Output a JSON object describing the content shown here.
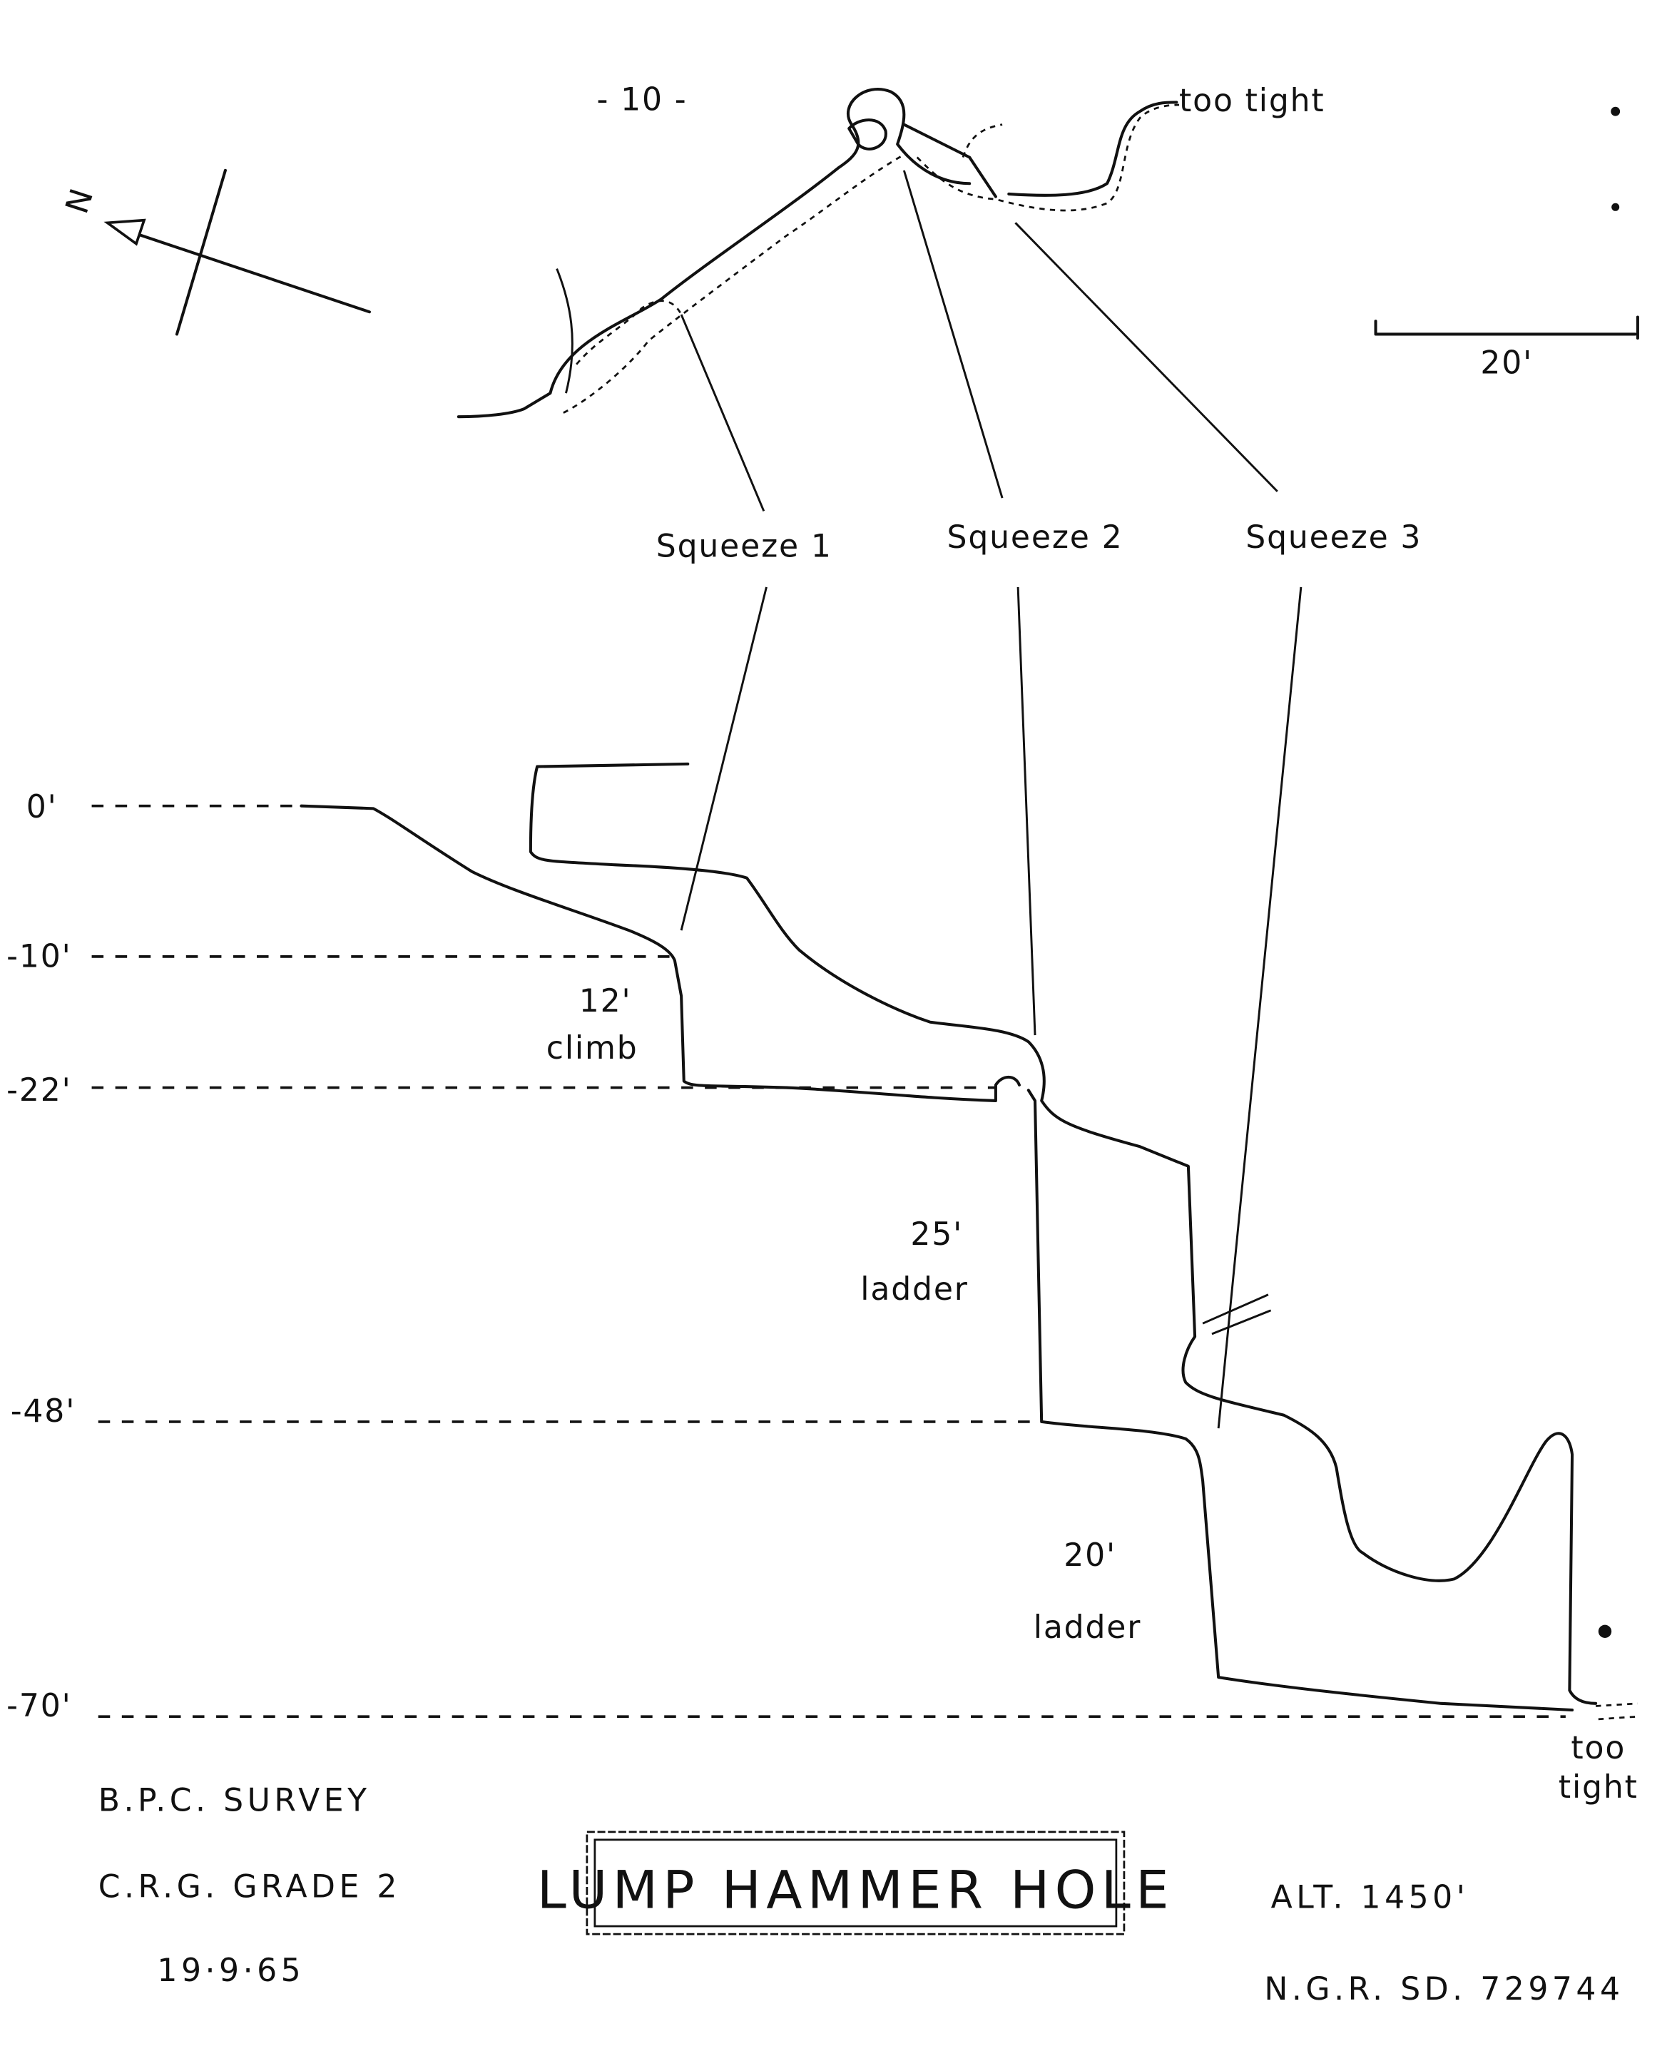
{
  "page_number": "- 10 -",
  "plan": {
    "north_label": "N",
    "too_tight_label": "too tight",
    "scale_label": "20'",
    "squeezes": [
      "Squeeze 1",
      "Squeeze 2",
      "Squeeze 3"
    ]
  },
  "elevation": {
    "depths": [
      "0'",
      "-10'",
      "-22'",
      "-48'",
      "-70'"
    ],
    "climb": {
      "value": "12'",
      "label": "climb"
    },
    "ladder1": {
      "value": "25'",
      "label": "ladder"
    },
    "ladder2": {
      "value": "20'",
      "label": "ladder"
    },
    "too_tight": {
      "line1": "too",
      "line2": "tight"
    }
  },
  "footer": {
    "survey": "B.P.C. SURVEY",
    "grade": "C.R.G. GRADE 2",
    "date": "19·9·65",
    "title": "LUMP HAMMER HOLE",
    "altitude": "ALT. 1450'",
    "ngr": "N.G.R. SD. 729744"
  }
}
